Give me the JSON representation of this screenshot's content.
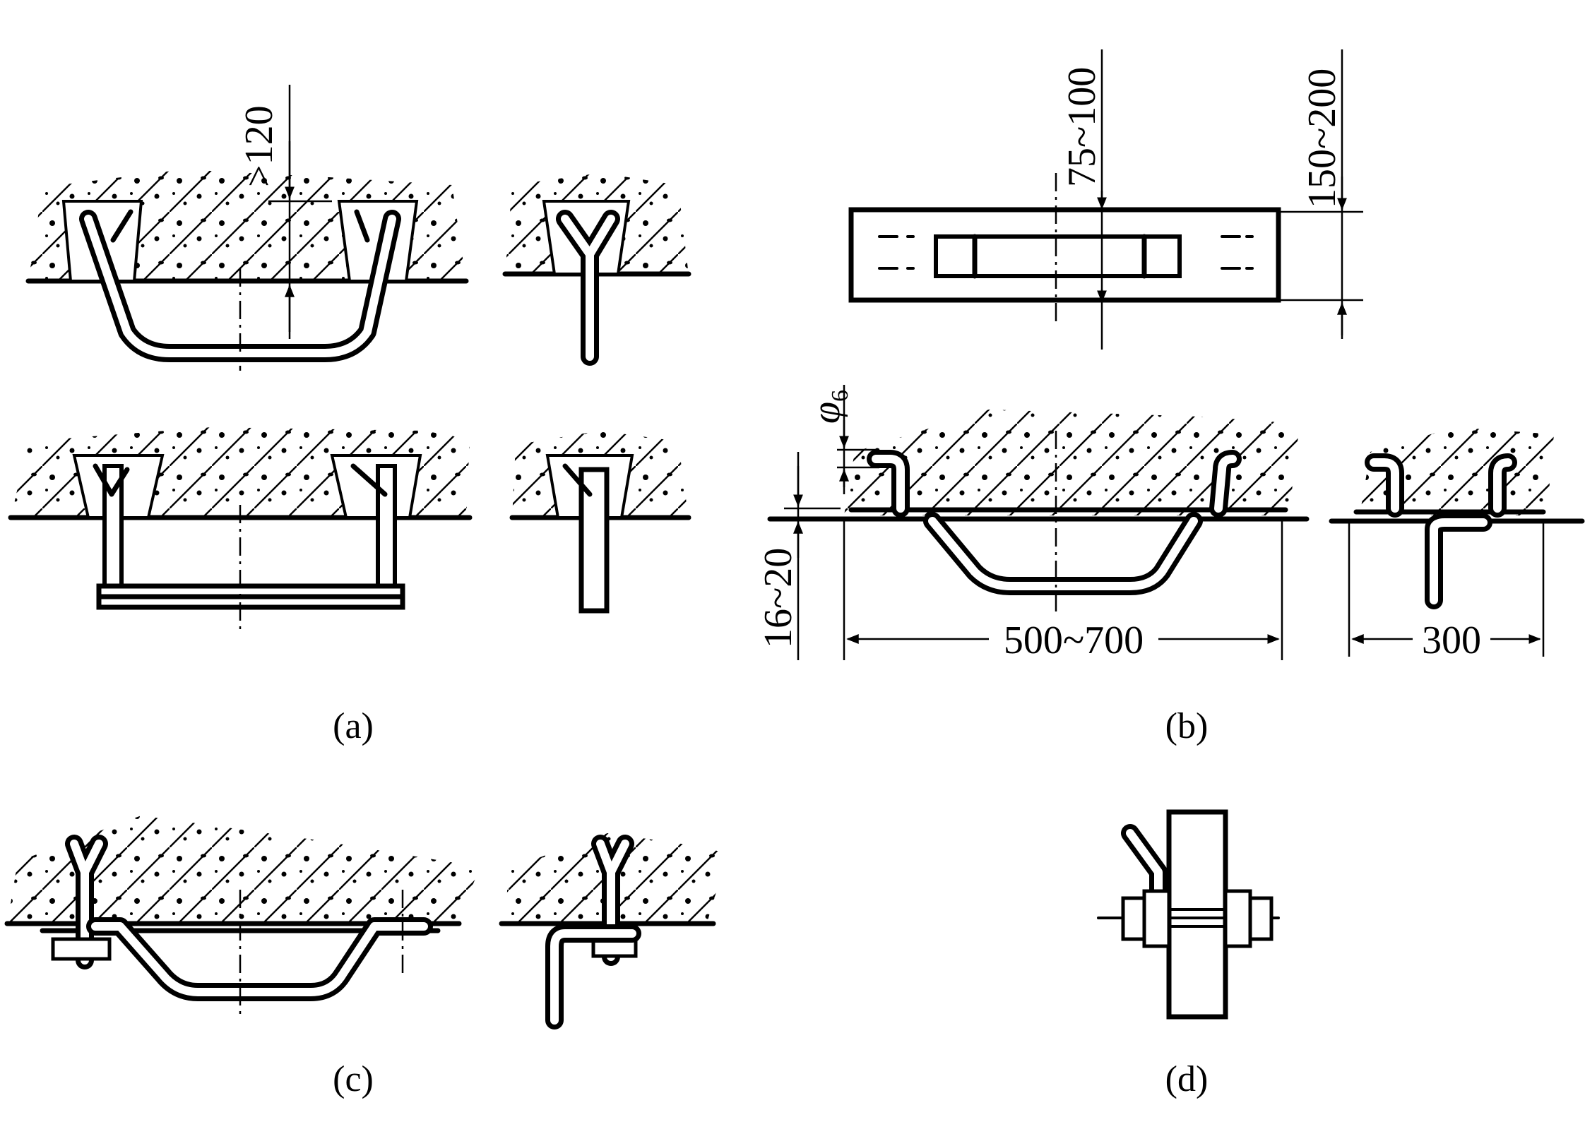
{
  "captions": {
    "a": "(a)",
    "b": "(b)",
    "c": "(c)",
    "d": "(d)"
  },
  "dimensions": {
    "embed_depth": ">120",
    "plate_width_small": "75~100",
    "plate_width_large": "150~200",
    "rod_diameter": "φ",
    "rod_diameter_sub": "6",
    "clearance": "16~20",
    "span_long": "500~700",
    "span_short": "300"
  }
}
